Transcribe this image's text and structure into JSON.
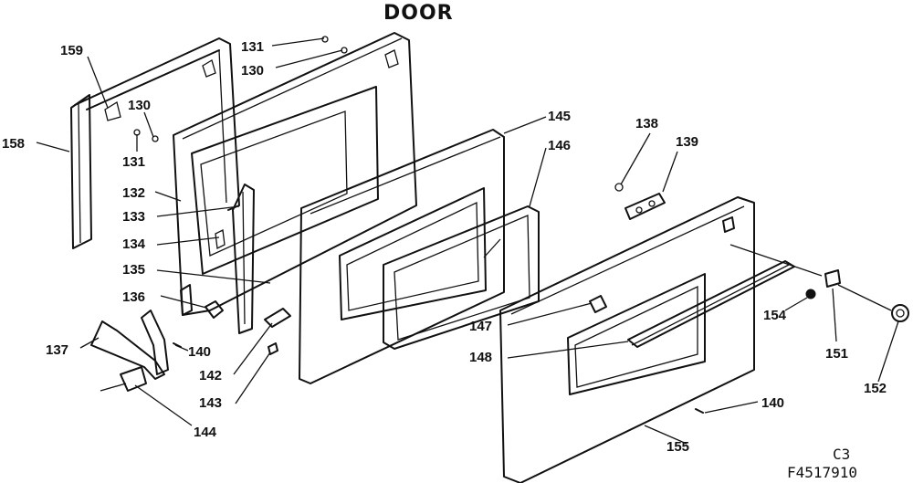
{
  "title": "DOOR",
  "drawing_code": "C3",
  "part_number": "F4517910",
  "callouts": {
    "c159": "159",
    "c131a": "131",
    "c130a": "130",
    "c130b": "130",
    "c131b": "131",
    "c158": "158",
    "c132": "132",
    "c133": "133",
    "c134": "134",
    "c135": "135",
    "c136": "136",
    "c137": "137",
    "c140a": "140",
    "c142": "142",
    "c143": "143",
    "c144": "144",
    "c145": "145",
    "c146": "146",
    "c147": "147",
    "c148": "148",
    "c138": "138",
    "c139": "139",
    "c154": "154",
    "c151": "151",
    "c152": "152",
    "c140b": "140",
    "c155": "155"
  }
}
